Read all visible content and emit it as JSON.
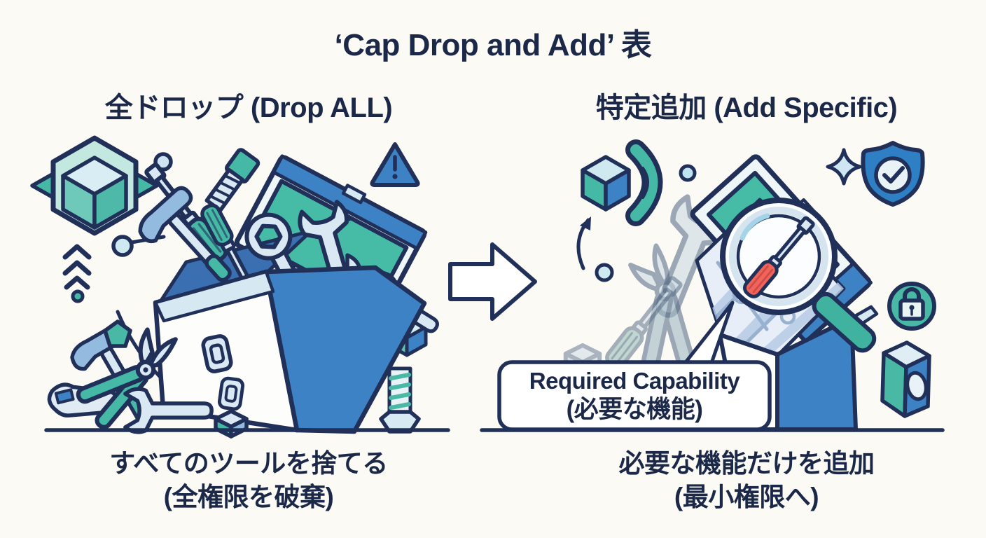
{
  "title": "‘Cap Drop and Add’ 表",
  "left_panel": {
    "heading": "全ドロップ (Drop ALL)",
    "caption_line1": "すべてのツールを捨てる",
    "caption_line2": "(全権限を破棄)"
  },
  "right_panel": {
    "heading": "特定追加 (Add Specific)",
    "caption_line1": "必要な機能だけを追加",
    "caption_line2": "(最小権限へ)",
    "speech_bubble": {
      "line1": "Required Capability",
      "line2": "(必要な機能)"
    }
  },
  "icons": {
    "left": [
      "container-cube-icon",
      "dot-icon",
      "balloon-dot-icon",
      "chevrons-up-icon",
      "warning-triangle-icon",
      "small-cube-icon",
      "bolt-icon",
      "open-toolbox-spilling-tools"
    ],
    "middle": [
      "arrow-right-icon"
    ],
    "right": [
      "cube-bracket-icon",
      "curved-arrow-icon",
      "sparkle-icon",
      "shield-check-icon",
      "lock-icon",
      "holed-box-icon",
      "open-toolbox-with-magnifier",
      "magnifier-screwdriver-icon"
    ]
  },
  "colors": {
    "background": "#fbfaf5",
    "outline_navy": "#203059",
    "text_navy": "#1c2848",
    "teal": "#45b8a6",
    "blue": "#3e82c6",
    "light_blue": "#d9e8f2",
    "pale_teal": "#c2e8e0",
    "red_handle": "#f2635a",
    "white": "#ffffff"
  }
}
